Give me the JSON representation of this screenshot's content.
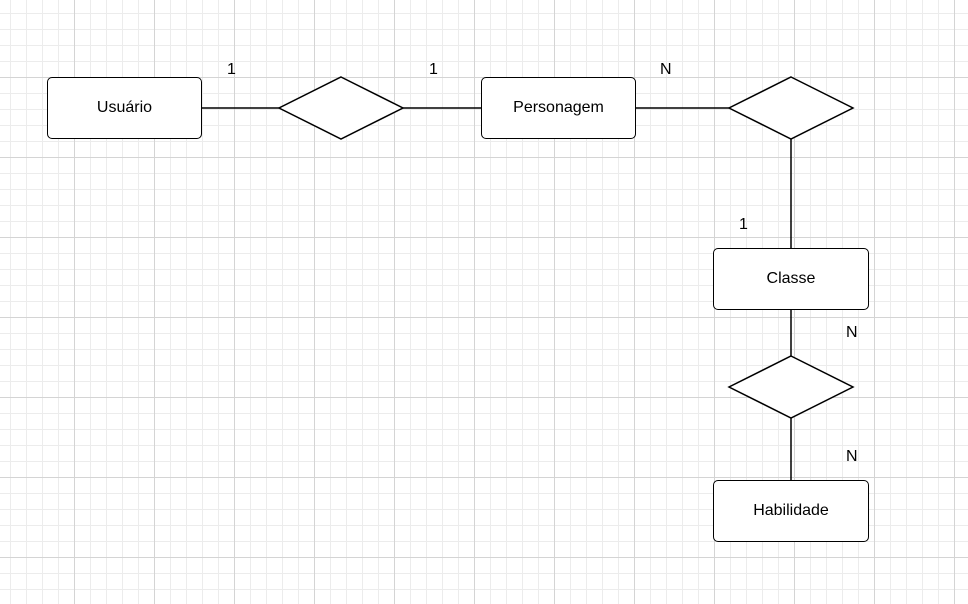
{
  "diagram": {
    "entities": [
      {
        "id": "usuario",
        "label": "Usuário"
      },
      {
        "id": "personagem",
        "label": "Personagem"
      },
      {
        "id": "classe",
        "label": "Classe"
      },
      {
        "id": "habilidade",
        "label": "Habilidade"
      }
    ],
    "relationships": [
      {
        "id": "rel1",
        "between": [
          "usuario",
          "personagem"
        ],
        "label": ""
      },
      {
        "id": "rel2",
        "between": [
          "personagem",
          "classe"
        ],
        "label": ""
      },
      {
        "id": "rel3",
        "between": [
          "classe",
          "habilidade"
        ],
        "label": ""
      }
    ],
    "cardinalities": {
      "usuario_rel1": "1",
      "personagem_rel1": "1",
      "personagem_rel2": "N",
      "classe_rel2": "1",
      "classe_rel3": "N",
      "habilidade_rel3": "N"
    },
    "style": {
      "stroke": "#000000",
      "fill": "#ffffff",
      "grid": true
    }
  }
}
